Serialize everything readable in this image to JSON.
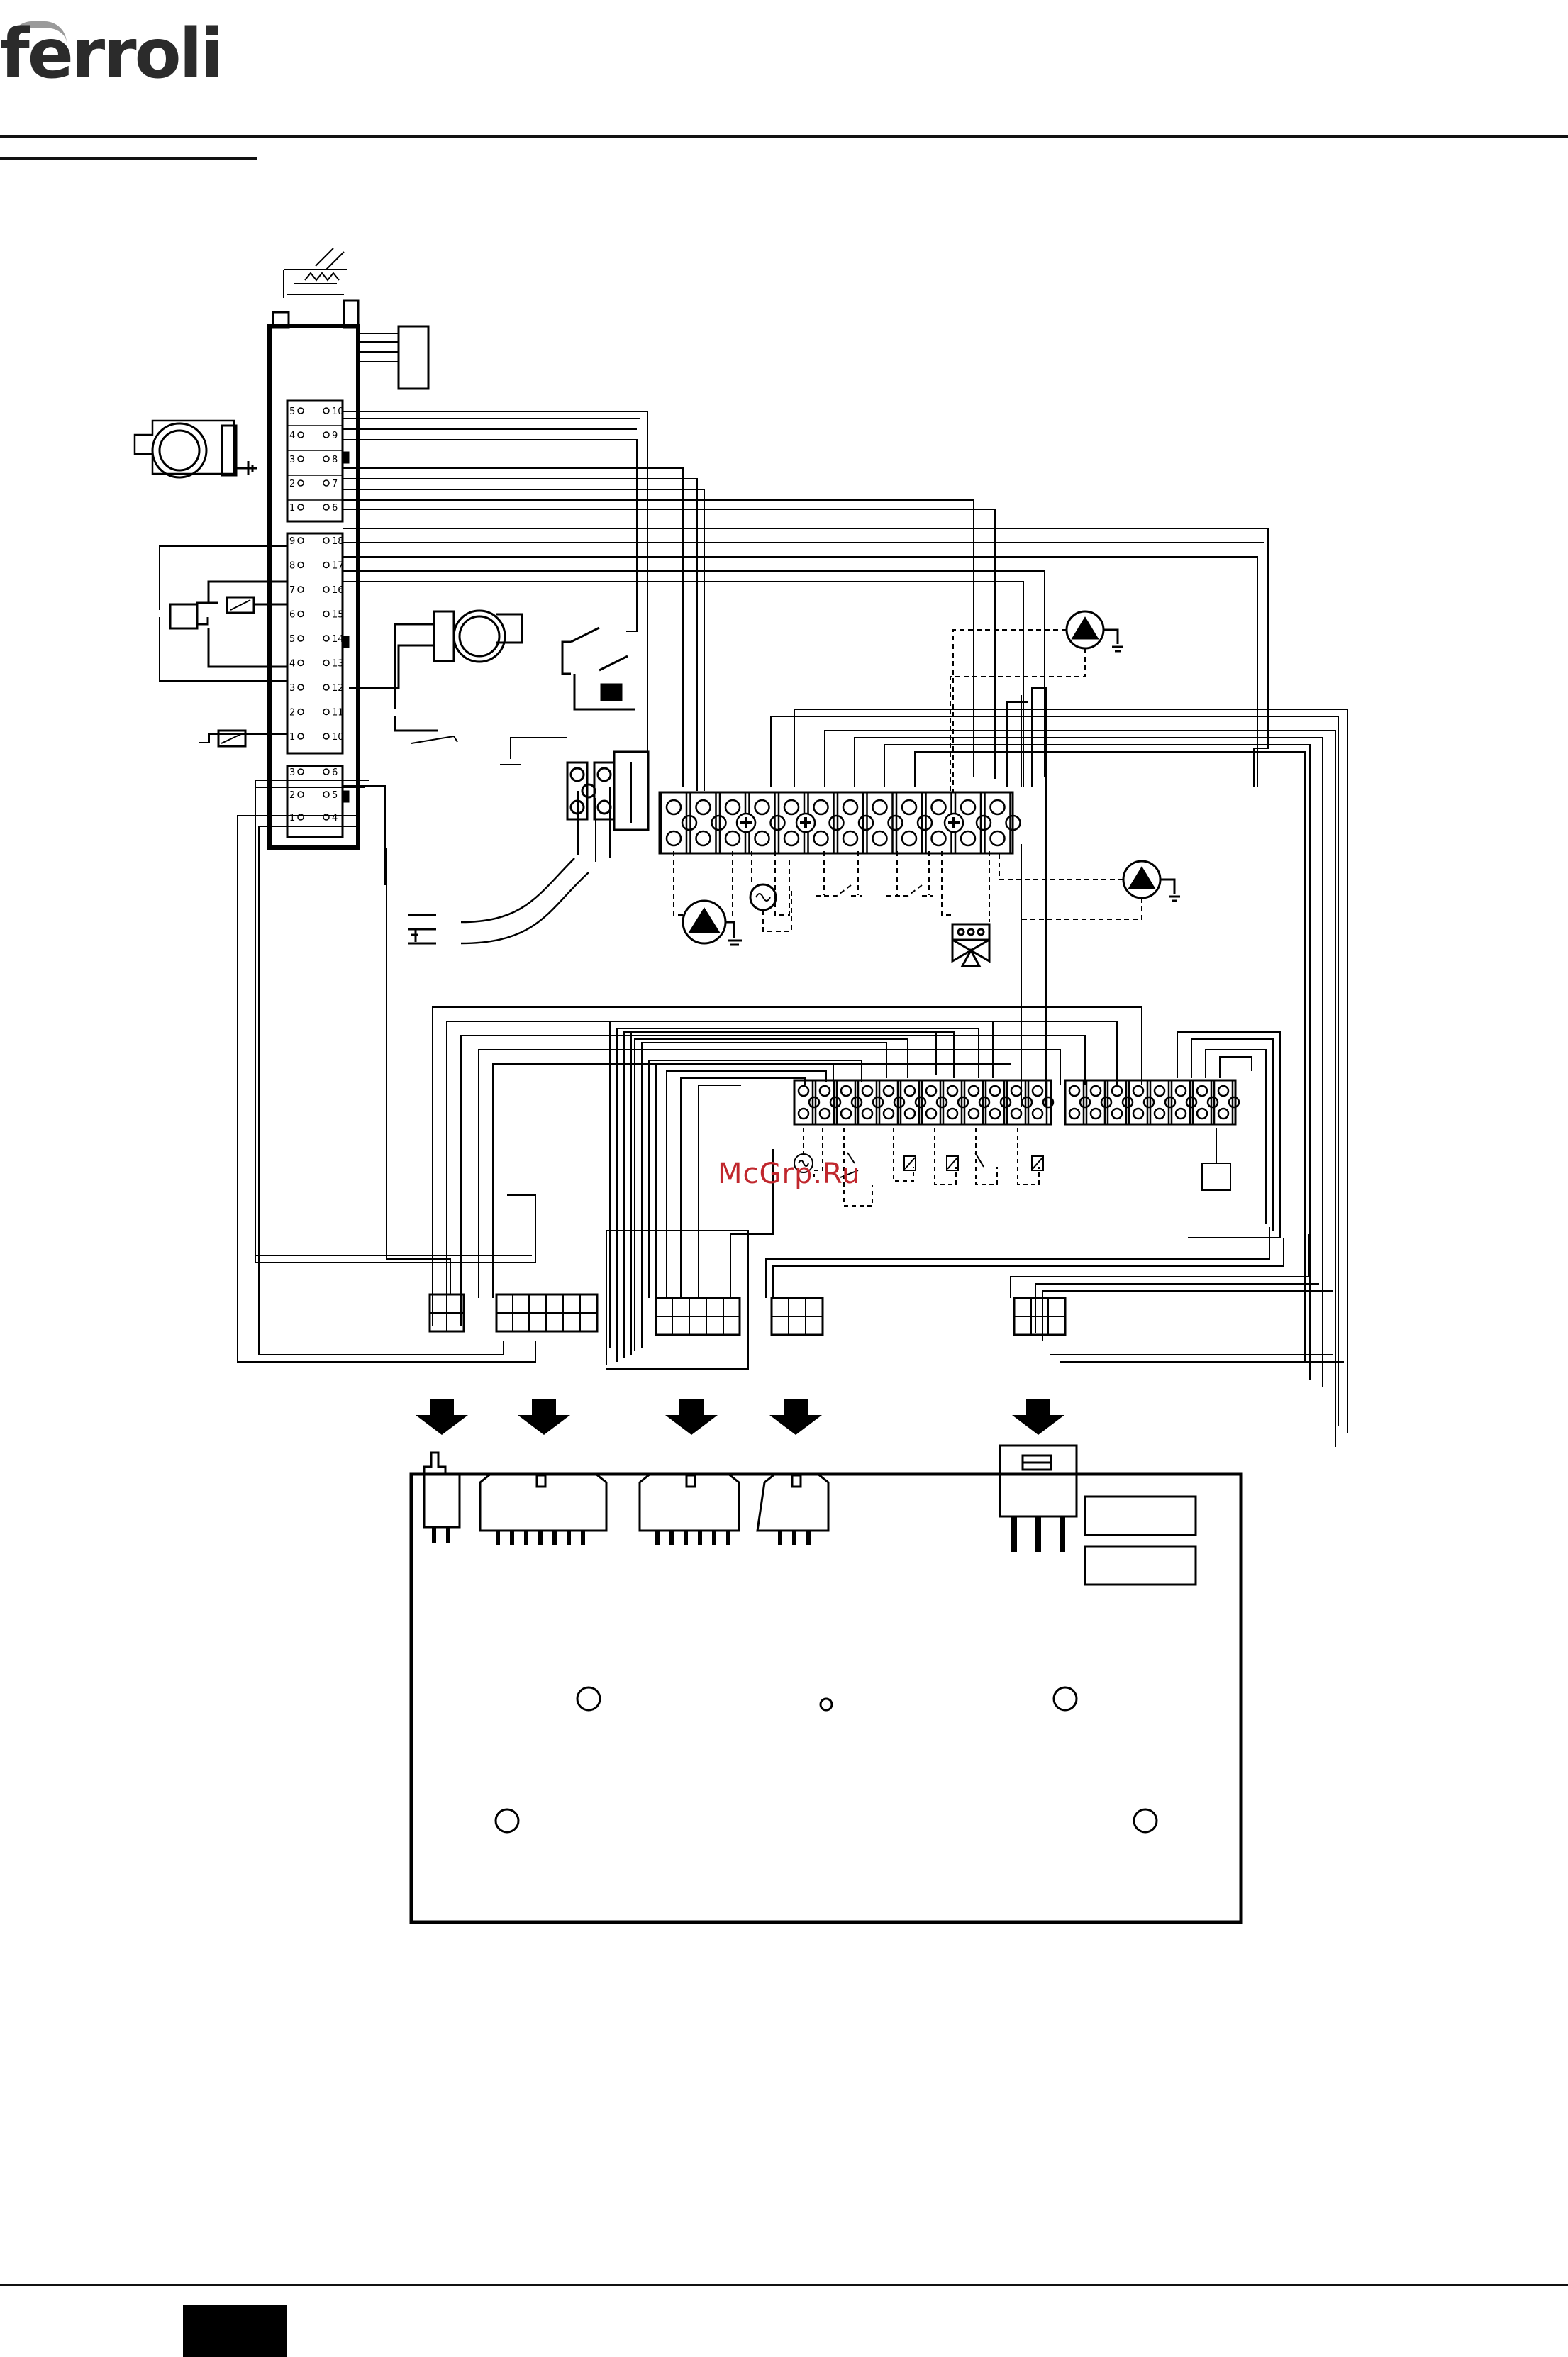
{
  "header": {
    "brand": "ferroli"
  },
  "watermark": {
    "text": "McGrp.Ru"
  },
  "wiring": {
    "connector_a_left_pins": [
      "5",
      "4",
      "3",
      "2",
      "1"
    ],
    "connector_a_right_pins": [
      "10",
      "9",
      "8",
      "7",
      "6"
    ],
    "connector_b_left_pins": [
      "9",
      "8",
      "7",
      "6",
      "5",
      "4",
      "3",
      "2",
      "1"
    ],
    "connector_b_right_pins": [
      "18",
      "17",
      "16",
      "15",
      "14",
      "13",
      "12",
      "11",
      "10"
    ],
    "connector_c_left_pins": [
      "3",
      "2",
      "1"
    ],
    "connector_c_right_pins": [
      "6",
      "5",
      "4"
    ]
  },
  "colors": {
    "line": "#000000",
    "watermark": "#c0272d",
    "logo": "#2b2b2b"
  }
}
